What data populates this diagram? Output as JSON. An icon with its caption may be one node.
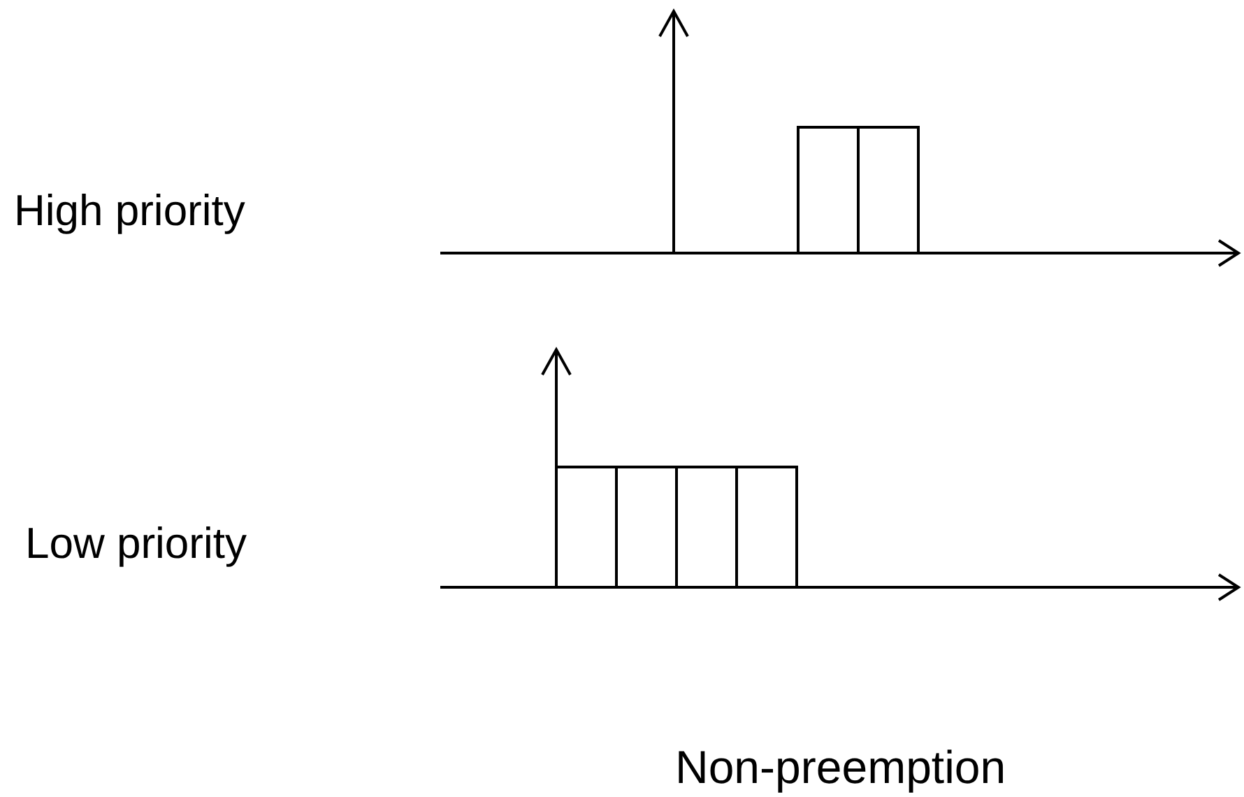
{
  "diagram": {
    "caption": "Non-preemption",
    "labels": [
      "High priority",
      "Low priority"
    ]
  }
}
